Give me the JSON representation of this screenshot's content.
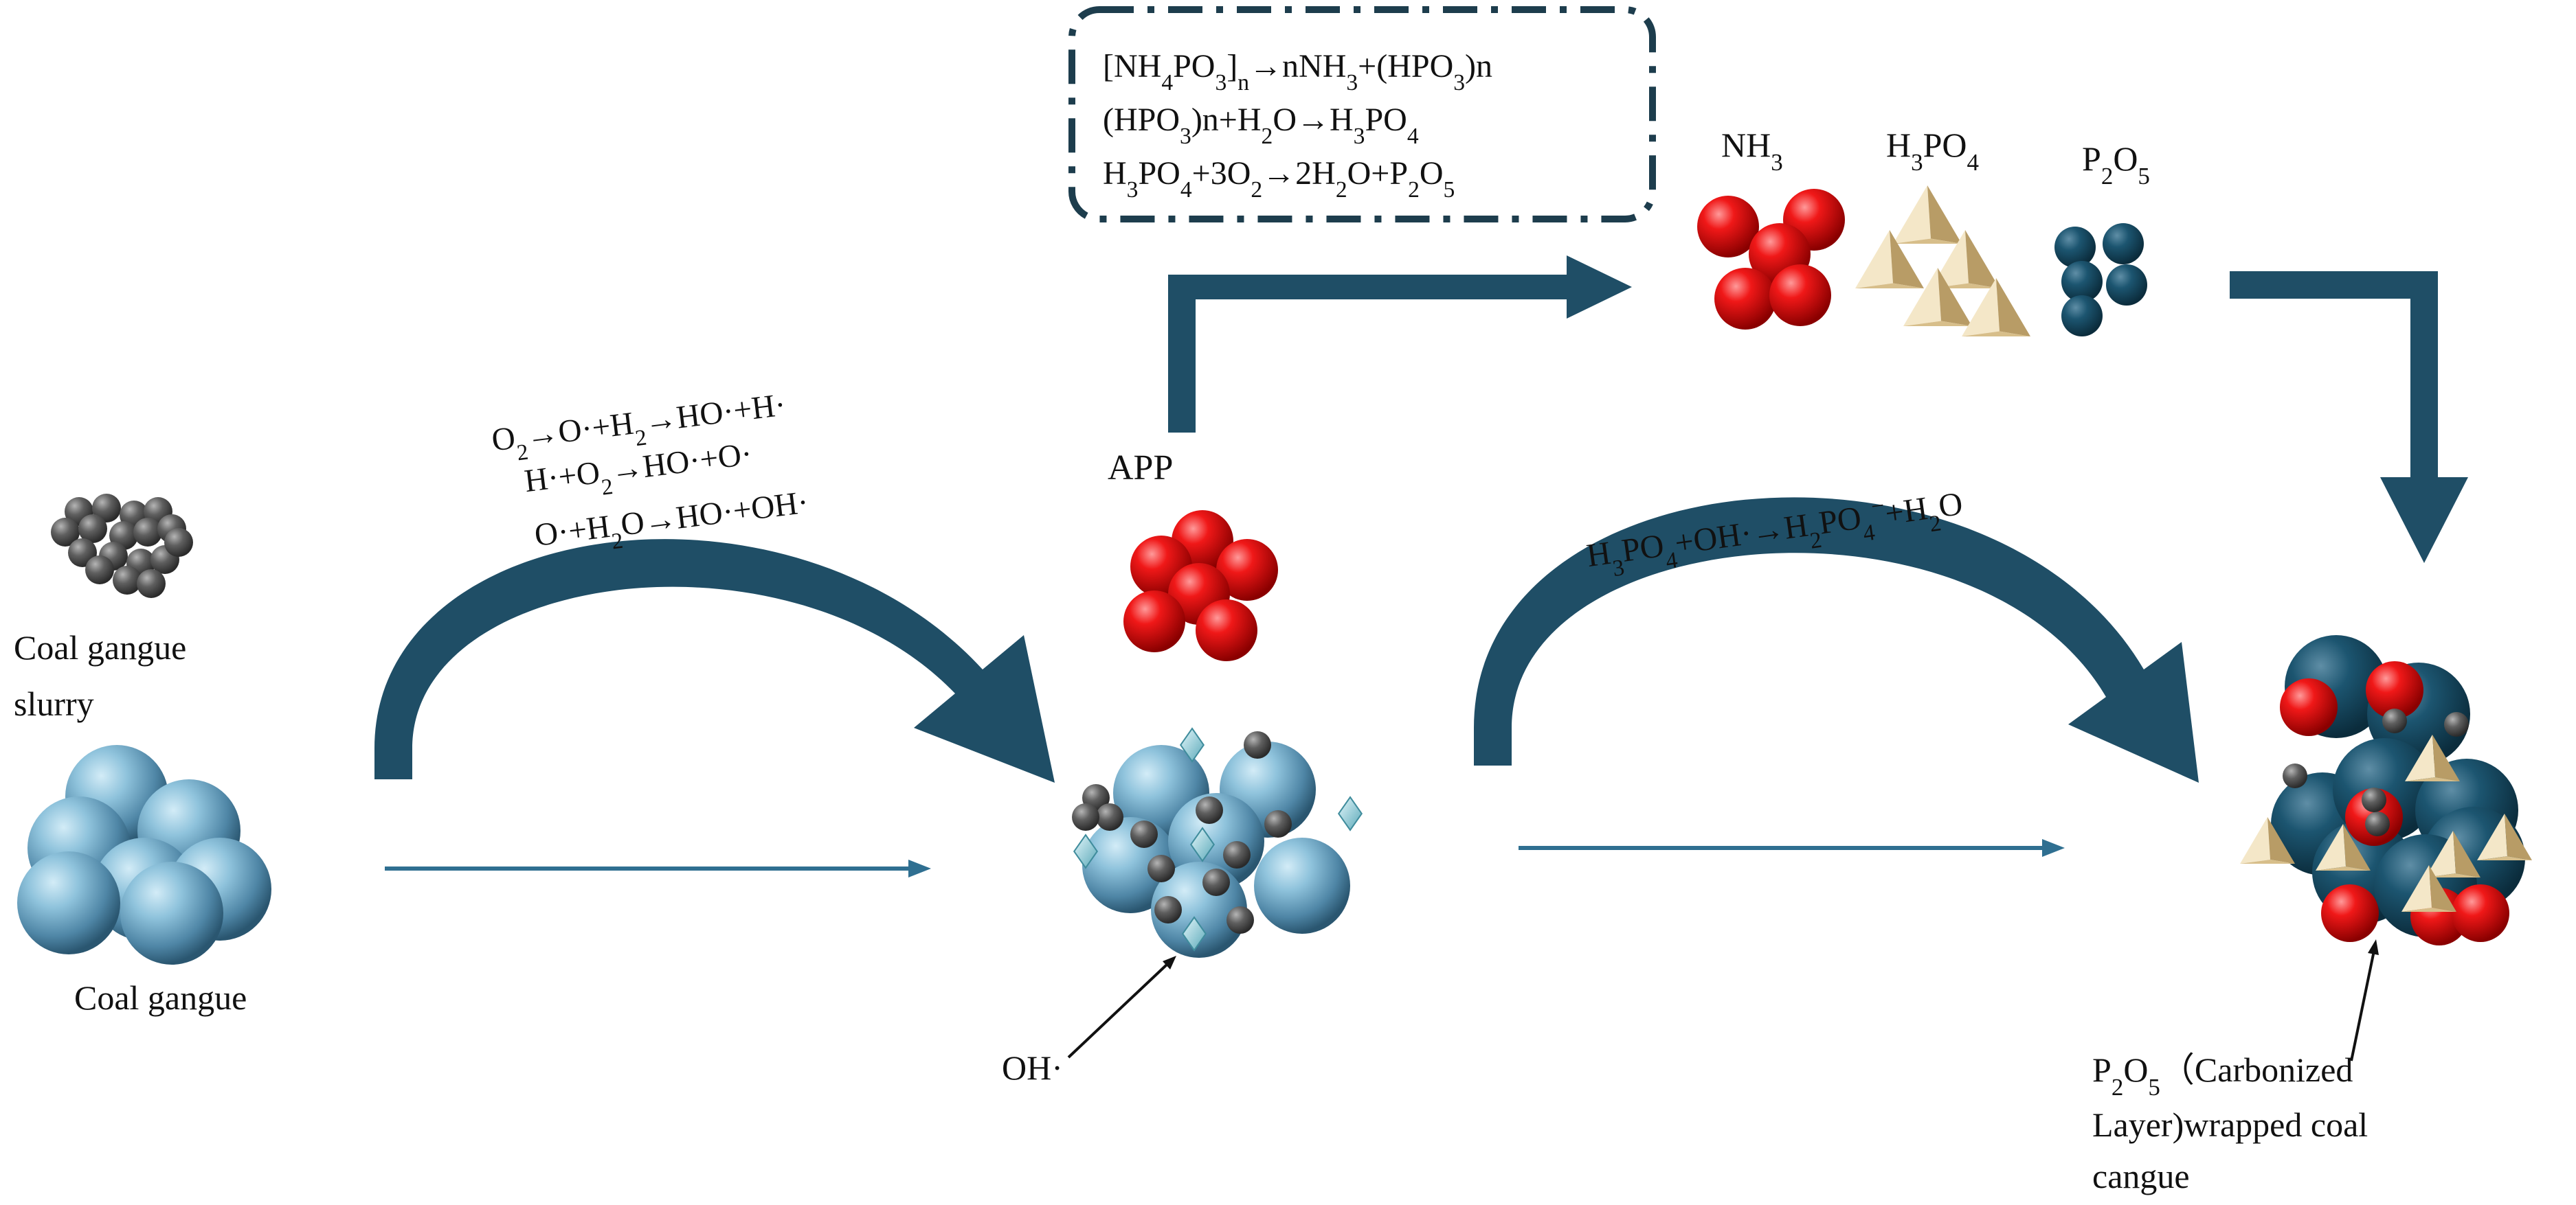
{
  "colors": {
    "arrow_dark": "#1f4e66",
    "arrow_line": "#2f6f91",
    "gangue_light": "#8fc3dc",
    "gangue_mid": "#5b93b3",
    "gangue_dark": "#2a5670",
    "p2o5_ball": "#14445a",
    "app_red": "#e10d0d",
    "h3po4_tan": "#e2cca0",
    "slurry_grey": "#555555",
    "dash_border": "#1d3d4d"
  },
  "labels": {
    "slurry_line1": "Coal gangue",
    "slurry_line2": "slurry",
    "gangue": "Coal gangue",
    "app": "APP",
    "oh_radical": "OH·",
    "nh3": [
      "NH",
      "3",
      ""
    ],
    "h3po4": [
      "H",
      "3",
      "PO",
      "4",
      ""
    ],
    "p2o5": [
      "P",
      "2",
      "O",
      "5",
      ""
    ],
    "product_line1": [
      "P",
      "2",
      "O",
      "5",
      "（Carbonized"
    ],
    "product_line2": "Layer)wrapped coal",
    "product_line3": "cangue"
  },
  "reactions_box": [
    [
      "[NH",
      "4",
      "PO",
      "3",
      "]",
      "n",
      "→nNH",
      "3",
      "+(HPO",
      "3",
      ")n"
    ],
    [
      "(HPO",
      "3",
      ")n+H",
      "2",
      "O→H",
      "3",
      "PO",
      "4",
      ""
    ],
    [
      "H",
      "3",
      "PO",
      "4",
      "+3O",
      "2",
      "→2H",
      "2",
      "O+P",
      "2",
      "O",
      "5",
      ""
    ]
  ],
  "reactions_arc": [
    [
      "O",
      "2",
      "→O·+H",
      "2",
      "→HO·+H·"
    ],
    [
      "H·+O",
      "2",
      "→HO·+O·"
    ],
    [
      "O·+H",
      "2",
      "O→HO·+OH·"
    ]
  ],
  "reaction_arc2": [
    "H",
    "3",
    "PO",
    "4",
    "+OH·→H",
    "2",
    "PO",
    "4",
    "",
    "−",
    "+H",
    "2",
    "O"
  ]
}
